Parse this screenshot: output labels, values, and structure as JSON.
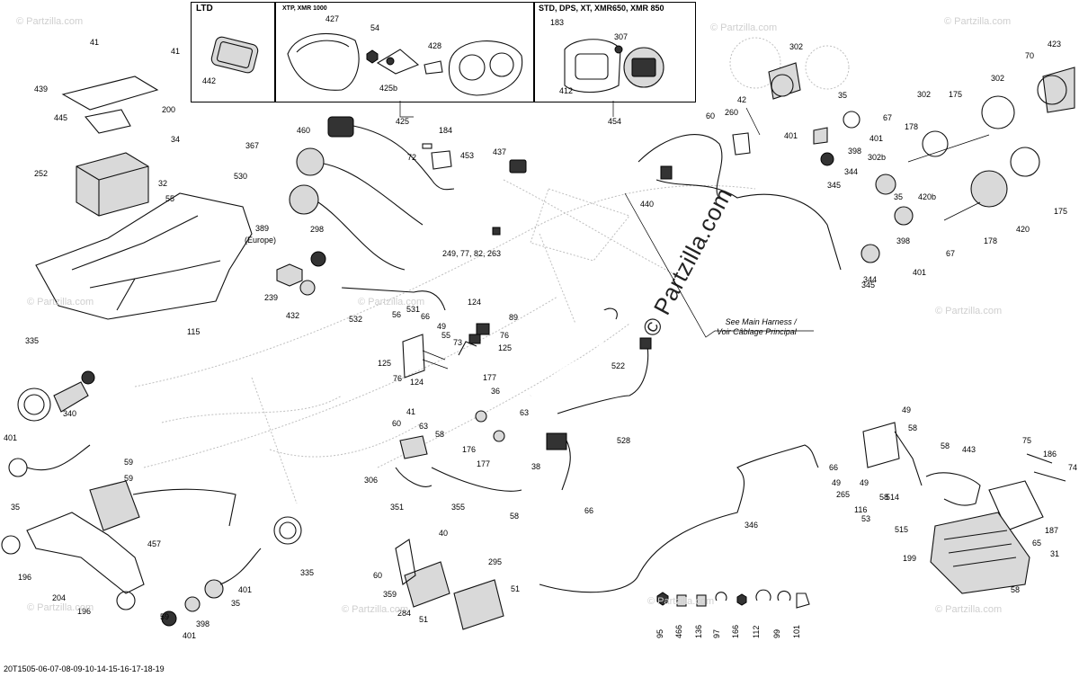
{
  "groups": {
    "ltd": {
      "title": "LTD"
    },
    "xtp": {
      "title": "XTP, XMR 1000"
    },
    "std": {
      "title": "STD, DPS, XT, XMR650, XMR 850"
    }
  },
  "callouts": {
    "c442": "442",
    "c427": "427",
    "c54": "54",
    "c428": "428",
    "c425b": "425b",
    "c425": "425",
    "c183": "183",
    "c307": "307",
    "c412": "412",
    "c454": "454",
    "c41a": "41",
    "c41b": "41",
    "c439": "439",
    "c200": "200",
    "c445": "445",
    "c34": "34",
    "c252": "252",
    "c32": "32",
    "c55a": "55",
    "c530": "530",
    "c115": "115",
    "c460": "460",
    "c367": "367",
    "c184": "184",
    "c72": "72",
    "c453": "453",
    "c437": "437",
    "c389": "389",
    "c389sub": "(Europe)",
    "c298": "298",
    "c239": "239",
    "c432": "432",
    "c532": "532",
    "c249": "249, 77, 82, 263",
    "c302a": "302",
    "c42": "42",
    "c60a": "60",
    "c260": "260",
    "c35a": "35",
    "c401a": "401",
    "c398a": "398",
    "c401b": "401",
    "c344a": "344",
    "c345a": "345",
    "c440": "440",
    "c67a": "67",
    "c178a": "178",
    "c302b": "302b",
    "c302c": "302",
    "c175a": "175",
    "c302d": "302",
    "c70": "70",
    "c423": "423",
    "c35b": "35",
    "c420b": "420b",
    "c398b": "398",
    "c344b": "344",
    "c401c": "401",
    "c345b": "345",
    "c67b": "67",
    "c178b": "178",
    "c420": "420",
    "c175b": "175",
    "c335a": "335",
    "c340": "340",
    "c401d": "401",
    "c35c": "35",
    "c59a": "59",
    "c59b": "59",
    "c457": "457",
    "c204": "204",
    "c196a": "196",
    "c196b": "196",
    "c59c": "59",
    "c401e": "401",
    "c398c": "398",
    "c35d": "35",
    "c401f": "401",
    "c335b": "335",
    "c56": "56",
    "c531": "531",
    "c66a": "66",
    "c49a": "49",
    "c55b": "55",
    "c73": "73",
    "c125a": "125",
    "c76a": "76",
    "c124a": "124",
    "c124b": "124",
    "c89": "89",
    "c76b": "76",
    "c125b": "125",
    "c522": "522",
    "c177a": "177",
    "c36": "36",
    "c176": "176",
    "c177b": "177",
    "c63a": "63",
    "c38": "38",
    "c528": "528",
    "c66b": "66",
    "c60b": "60",
    "c41c": "41",
    "c63b": "63",
    "c58a": "58",
    "c306": "306",
    "c351": "351",
    "c355": "355",
    "c58b": "58",
    "c346": "346",
    "c40": "40",
    "c295": "295",
    "c60c": "60",
    "c359": "359",
    "c284": "284",
    "c51a": "51",
    "c51b": "51",
    "c95": "95",
    "c466": "466",
    "c136": "136",
    "c97": "97",
    "c166": "166",
    "c112": "112",
    "c99": "99",
    "c101": "101",
    "c49b": "49",
    "c58c": "58",
    "c66c": "66",
    "c49c": "49",
    "c265": "265",
    "c49d": "49",
    "c116": "116",
    "c58d": "58",
    "c514": "514",
    "c53": "53",
    "c515": "515",
    "c58e": "58",
    "c443": "443",
    "c75": "75",
    "c186": "186",
    "c74": "74",
    "c187": "187",
    "c199": "199",
    "c65": "65",
    "c31": "31",
    "c58f": "58"
  },
  "note": {
    "line1": "See Main Harness /",
    "line2": "Voir Câblage Principal"
  },
  "watermarks": {
    "small": "© Partzilla.com",
    "big": "© Partzilla.com"
  },
  "footer": "20T1505-06-07-08-09-10-14-15-16-17-18-19"
}
